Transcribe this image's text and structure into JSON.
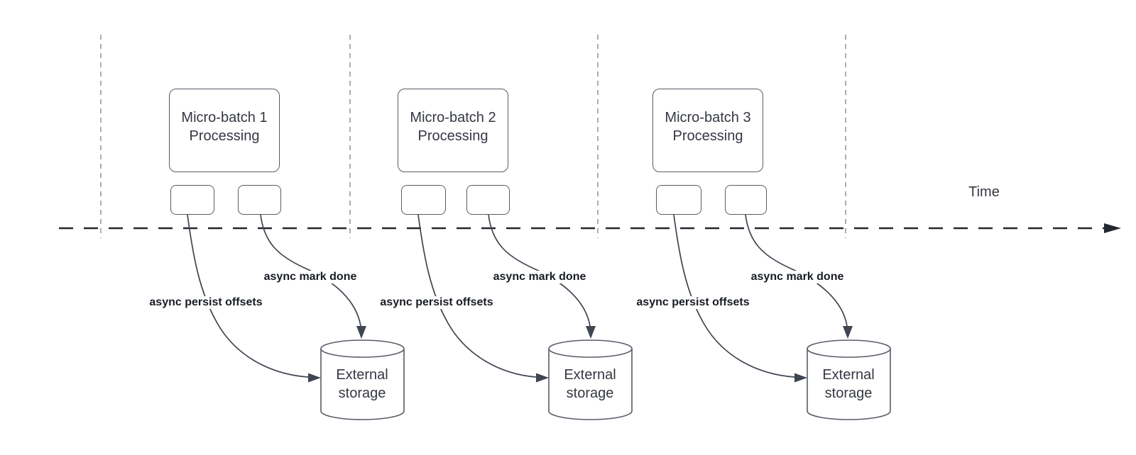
{
  "diagram": {
    "timeline_label": "Time",
    "groups": [
      {
        "title_line1": "Micro-batch 1",
        "title_line2": "Processing",
        "persist_label": "async persist offsets",
        "markdone_label": "async mark done",
        "storage_line1": "External",
        "storage_line2": "storage"
      },
      {
        "title_line1": "Micro-batch 2",
        "title_line2": "Processing",
        "persist_label": "async persist offsets",
        "markdone_label": "async mark done",
        "storage_line1": "External",
        "storage_line2": "storage"
      },
      {
        "title_line1": "Micro-batch 3",
        "title_line2": "Processing",
        "persist_label": "async persist offsets",
        "markdone_label": "async mark done",
        "storage_line1": "External",
        "storage_line2": "storage"
      }
    ],
    "colors": {
      "background": "#ffffff",
      "shape_border": "#575c66",
      "shape_text": "#343842",
      "connector": "#3f4551",
      "connector_label": "#181c24",
      "timeline": "#23272e",
      "guide_line": "#a3a6aa"
    }
  }
}
